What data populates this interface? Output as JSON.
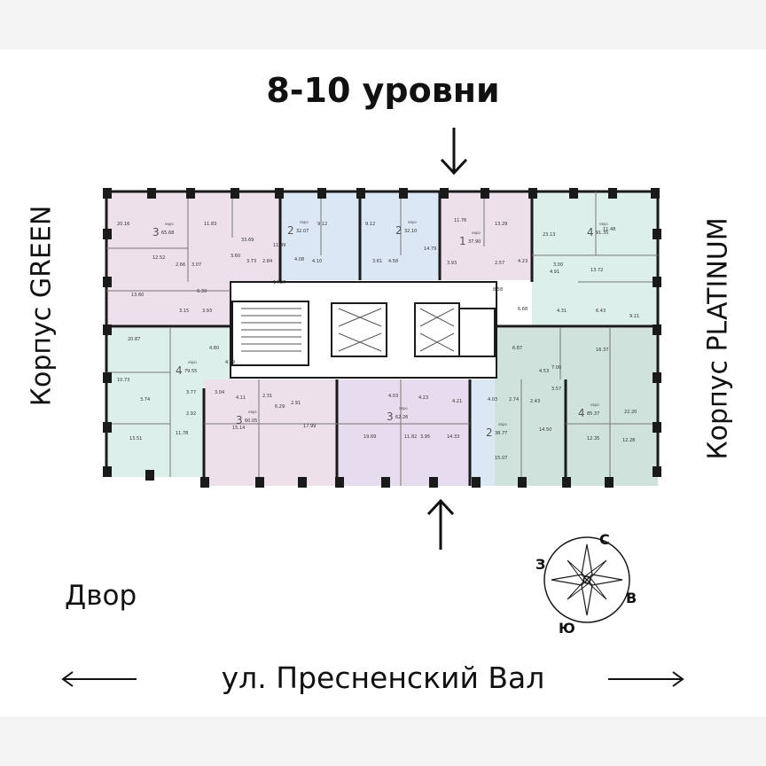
{
  "heading": "8-10 уровни",
  "building_left": "Корпус GREEN",
  "building_right": "Корпус PLATINUM",
  "yard_label": "Двор",
  "street_label": "ул. Пресненский Вал",
  "compass": {
    "north": "С",
    "west": "З",
    "east": "В",
    "south": "Ю"
  },
  "colors": {
    "pink": "#ede0ea",
    "blue": "#dbe7f4",
    "mint": "#dcefeb",
    "lilac": "#e7dcee",
    "green": "#cfe3dc",
    "wall": "#1a1a1a"
  },
  "apartments": [
    {
      "rooms": "3",
      "area": "65.68",
      "euro": "евро"
    },
    {
      "rooms": "2",
      "area": "32.07",
      "euro": "евро"
    },
    {
      "rooms": "2",
      "area": "32.10",
      "euro": "евро"
    },
    {
      "rooms": "1",
      "area": "37.90",
      "euro": "евро"
    },
    {
      "rooms": "4",
      "area": "91.35",
      "euro": "евро"
    },
    {
      "rooms": "4",
      "area": "79.55",
      "euro": "евро"
    },
    {
      "rooms": "3",
      "area": "60.05",
      "euro": "евро"
    },
    {
      "rooms": "3",
      "area": "62.26",
      "euro": "евро"
    },
    {
      "rooms": "2",
      "area": "38.77",
      "euro": "евро"
    },
    {
      "rooms": "4",
      "area": "85.37",
      "euro": "евро"
    }
  ],
  "room_labels": [
    "20.16",
    "11.83",
    "33.69",
    "11.49",
    "14.27",
    "9.12",
    "9.12",
    "14.79",
    "11.76",
    "13.29",
    "23.13",
    "11.48",
    "12.52",
    "2.66",
    "3.07",
    "3.60",
    "3.73",
    "2.84",
    "4.08",
    "4.10",
    "3.61",
    "4.58",
    "3.93",
    "2.57",
    "4.23",
    "13.60",
    "6.39",
    "3.15",
    "3.93",
    "3.00",
    "13.72",
    "4.91",
    "8.58",
    "6.68",
    "4.31",
    "6.43",
    "9.11",
    "20.87",
    "4.80",
    "4.39",
    "6.87",
    "7.00",
    "16.37",
    "10.73",
    "3.74",
    "3.77",
    "2.92",
    "3.04",
    "4.11",
    "2.31",
    "6.29",
    "2.91",
    "4.03",
    "4.23",
    "4.21",
    "4.03",
    "2.74",
    "2.43",
    "4.53",
    "3.57",
    "22.20",
    "13.51",
    "11.78",
    "15.14",
    "17.99",
    "19.69",
    "3.95",
    "11.82",
    "14.33",
    "14.50",
    "15.07",
    "12.35",
    "12.28"
  ]
}
